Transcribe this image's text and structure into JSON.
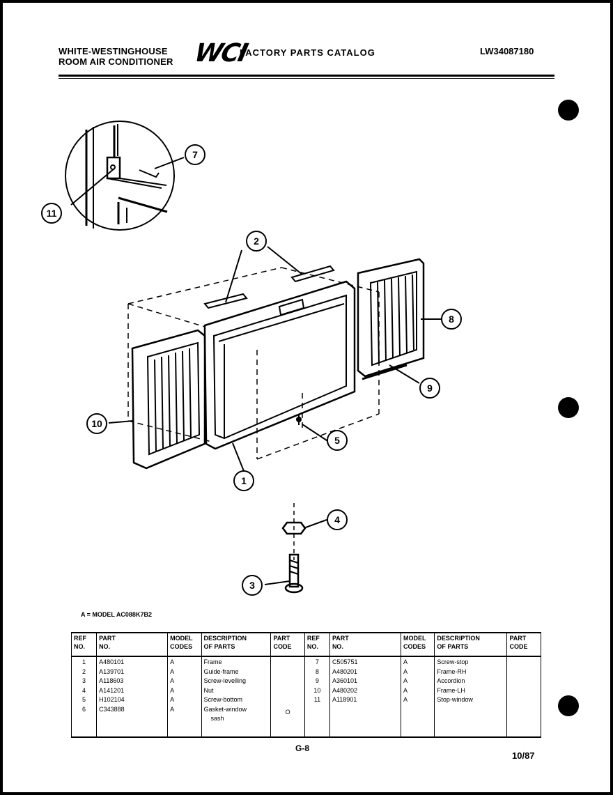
{
  "header": {
    "brand_line1": "WHITE-WESTINGHOUSE",
    "brand_line2": "ROOM AIR CONDITIONER",
    "logo": "WCI",
    "catalog_title": "FACTORY PARTS CATALOG",
    "doc_number": "LW34087180"
  },
  "callouts": [
    "1",
    "2",
    "3",
    "4",
    "5",
    "7",
    "8",
    "9",
    "10",
    "11"
  ],
  "model_note": "A = MODEL AC088K7B2",
  "table": {
    "headers": {
      "ref": [
        "REF",
        "NO."
      ],
      "part": [
        "PART",
        "NO."
      ],
      "model": [
        "MODEL",
        "CODES"
      ],
      "desc": [
        "DESCRIPTION",
        "OF PARTS"
      ],
      "code": [
        "PART",
        "CODE"
      ]
    },
    "left": {
      "ref": [
        "1",
        "2",
        "3",
        "4",
        "5",
        "6"
      ],
      "part": [
        "A480101",
        "A139701",
        "A118603",
        "A141201",
        "H102104",
        "C343888"
      ],
      "model": [
        "A",
        "A",
        "A",
        "A",
        "A",
        "A"
      ],
      "desc": [
        "Frame",
        "Guide-frame",
        "Screw-levelling",
        "Nut",
        "Screw-bottom",
        "Gasket-window",
        "sash"
      ],
      "code": [
        "",
        "",
        "",
        "",
        "",
        "O"
      ]
    },
    "right": {
      "ref": [
        "7",
        "8",
        "9",
        "10",
        "11"
      ],
      "part": [
        "C505751",
        "A480201",
        "A360101",
        "A480202",
        "A118901"
      ],
      "model": [
        "A",
        "A",
        "A",
        "A",
        "A"
      ],
      "desc": [
        "Screw-stop",
        "Frame-RH",
        "Accordion",
        "Frame-LH",
        "Stop-window"
      ],
      "code": [
        "",
        "",
        "",
        "",
        ""
      ]
    }
  },
  "footer": {
    "page_code": "G-8",
    "date": "10/87"
  }
}
